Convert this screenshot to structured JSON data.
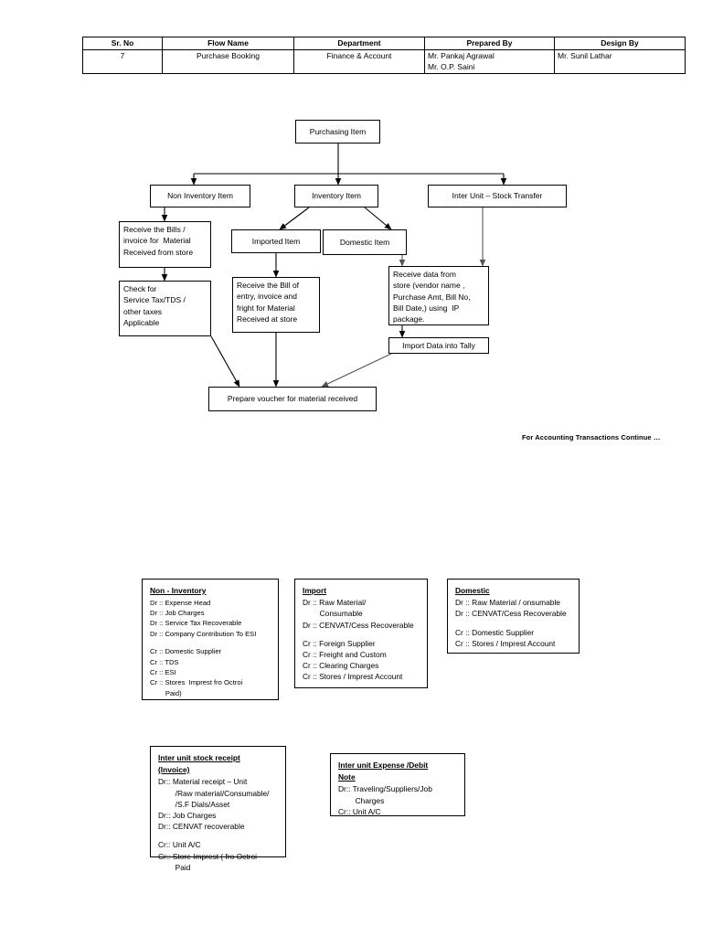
{
  "header_table": {
    "columns": [
      "Sr. No",
      "Flow Name",
      "Department",
      "Prepared By",
      "Design By"
    ],
    "row": {
      "sr_no": "7",
      "flow_name": "Purchase Booking",
      "department": "Finance & Account",
      "prepared_by_line1": "Mr. Pankaj Agrawal",
      "prepared_by_line2": "Mr. O.P. Saini",
      "design_by": "Mr. Sunil Lathar"
    }
  },
  "flow": {
    "start": "Purchasing Item",
    "branch_non_inventory": "Non Inventory Item",
    "branch_inventory": "Inventory Item",
    "branch_inter_unit": "Inter Unit – Stock Transfer",
    "imported_item": "Imported Item",
    "domestic_item": "Domestic Item",
    "receive_bills_l1": "Receive the Bills /",
    "receive_bills_l2": "invoice for  Material",
    "receive_bills_l3": "Received from store",
    "check_tax_l1": "Check for",
    "check_tax_l2": "Service Tax/TDS /",
    "check_tax_l3": "other taxes",
    "check_tax_l4": "Applicable",
    "bill_entry_l1": "Receive the Bill of",
    "bill_entry_l2": "entry, invoice and",
    "bill_entry_l3": "fright for Material",
    "bill_entry_l4": "Received at store",
    "receive_data_l1": "Receive data from",
    "receive_data_l2": "store (vendor name ,",
    "receive_data_l3": "Purchase Amt, Bill No,",
    "receive_data_l4": "Bill Date,) using  IP",
    "receive_data_l5": "package.",
    "import_tally": "Import Data into Tally",
    "prepare_voucher": "Prepare voucher for material received",
    "footnote": "For Accounting Transactions Continue …"
  },
  "legends": {
    "non_inventory": {
      "title": "Non - Inventory",
      "lines": [
        "Dr :: Expense Head",
        "Dr :: Job Charges",
        "Dr :: Service Tax Recoverable",
        "Dr :: Company Contribution To ESI",
        "",
        "Cr :: Domestic Supplier",
        "Cr :: TDS",
        "Cr :: ESI",
        "Cr :: Stores  Imprest fro Octroi",
        "        Paid)"
      ]
    },
    "import": {
      "title": "Import",
      "lines": [
        "Dr :: Raw Material/",
        "        Consumable",
        "Dr :: CENVAT/Cess Recoverable",
        "",
        "Cr :: Foreign Supplier",
        "Cr :: Freight and Custom",
        "Cr :: Clearing Charges",
        "Cr :: Stores / Imprest Account"
      ]
    },
    "domestic": {
      "title": "Domestic ",
      "lines": [
        "Dr :: Raw Material / onsumable",
        "Dr :: CENVAT/Cess Recoverable",
        "",
        "Cr :: Domestic Supplier",
        "Cr :: Stores / Imprest Account"
      ]
    },
    "inter_unit_receipt": {
      "title_l1": "Inter unit stock receipt",
      "title_l2": "(Invoice)",
      "lines": [
        "Dr:: Material receipt – Unit",
        "        /Raw material/Consumable/",
        "        /S.F Dials/Asset",
        "Dr:: Job Charges",
        "Dr:: CENVAT recoverable",
        "",
        "Cr:: Unit A/C",
        "Cr:: Store Imprest ( fro Octroi",
        "        Paid"
      ]
    },
    "inter_unit_expense": {
      "title_l1": "Inter unit Expense /Debit",
      "title_l2": "Note",
      "lines": [
        "Dr:: Traveling/Suppliers/Job",
        "        Charges",
        "Cr:: Unit A/C"
      ]
    }
  }
}
